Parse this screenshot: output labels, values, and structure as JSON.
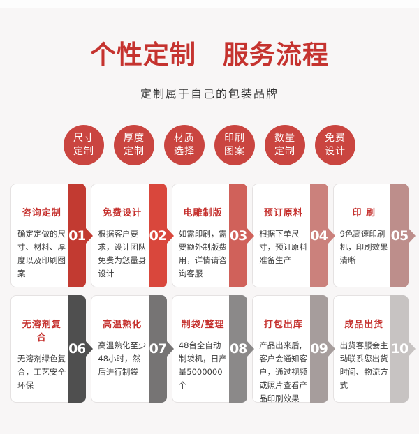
{
  "header": {
    "title": "个性定制　服务流程",
    "subtitle": "定制属于自己的包装品牌"
  },
  "colors": {
    "title_red": "#c5332f",
    "circle_red": "#ca4540",
    "page_bg": "#f8f6f6"
  },
  "features": [
    {
      "line1": "尺寸",
      "line2": "定制"
    },
    {
      "line1": "厚度",
      "line2": "定制"
    },
    {
      "line1": "材质",
      "line2": "选择"
    },
    {
      "line1": "印刷",
      "line2": "图案"
    },
    {
      "line1": "数量",
      "line2": "定制"
    },
    {
      "line1": "免费",
      "line2": "设计"
    }
  ],
  "steps": [
    {
      "num": "01",
      "title": "咨询定制",
      "desc": "确定定做的尺寸、材料、厚度以及印刷图案",
      "band": "#c23a31"
    },
    {
      "num": "02",
      "title": "免费设计",
      "desc": "根据客户要求，设计团队免费为您量身设计",
      "band": "#d9473c"
    },
    {
      "num": "03",
      "title": "电雕制版",
      "desc": "如需印刷，需要额外制版费用，详情请咨询客服",
      "band": "#d0615a"
    },
    {
      "num": "04",
      "title": "预订原料",
      "desc": "根据下单尺寸，预订原料准备生产",
      "band": "#cb817c"
    },
    {
      "num": "05",
      "title": "印 刷",
      "desc": "9色高速印刷机，印刷效果清晰",
      "band": "#bd8e8b"
    },
    {
      "num": "06",
      "title": "无溶剂复合",
      "desc": "无溶剂绿色复合，工艺安全环保",
      "band": "#4f4f4f"
    },
    {
      "num": "07",
      "title": "高温熟化",
      "desc": "高温熟化至少48小时，然后进行制袋",
      "band": "#767474"
    },
    {
      "num": "08",
      "title": "制袋/整理",
      "desc": "48台全自动制袋机，日产量5000000个",
      "band": "#8b8989"
    },
    {
      "num": "09",
      "title": "打包出库",
      "desc": "产品出来后,客户会通知客户，通过视频或照片查看产品印刷效果",
      "band": "#a69d9c"
    },
    {
      "num": "10",
      "title": "成品出货",
      "desc": "出货客服会主动联系您出货时间、物流方式",
      "band": "#c7c3c2"
    }
  ]
}
